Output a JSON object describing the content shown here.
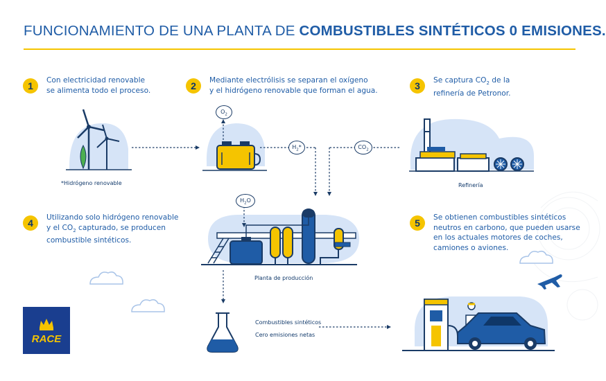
{
  "title": {
    "regular": "FUNCIONAMIENTO DE UNA PLANTA DE ",
    "bold": "COMBUSTIBLES SINTÉTICOS 0 EMISIONES."
  },
  "steps": [
    {
      "number": "1",
      "line1": "Con electricidad renovable",
      "line2": "se alimenta todo el proceso."
    },
    {
      "number": "2",
      "line1": "Mediante electrólisis se separan el oxígeno",
      "line2": "y el hidrógeno renovable que forman el agua."
    },
    {
      "number": "3",
      "line1_a": "Se captura CO",
      "line1_sub": "2",
      "line1_b": " de la",
      "line2": "refinería de Petronor."
    },
    {
      "number": "4",
      "line1": "Utilizando solo hidrógeno renovable",
      "line2_a": "y el CO",
      "line2_sub": "2",
      "line2_b": " capturado, se producen",
      "line3": "combustible sintéticos."
    },
    {
      "number": "5",
      "line1": "Se obtienen combustibles sintéticos",
      "line2": "neutros en carbono, que pueden usarse",
      "line3": "en los actuales motores de coches,",
      "line4": "camiones o aviones."
    }
  ],
  "captions": {
    "hydrogen": "*Hidrógeno renovable",
    "refinery": "Refinería",
    "plant": "Planta de producción",
    "fuel_line1": "Combustibles sintéticos",
    "fuel_line2": "Cero emisiones netas"
  },
  "chips": {
    "o2": {
      "base": "O",
      "sub": "2"
    },
    "h2": {
      "base": "H",
      "sub": "2",
      "suffix": "*"
    },
    "co2": {
      "base": "CO",
      "sub": "2"
    },
    "h2o": {
      "base": "H",
      "sub": "2",
      "suffix": "O"
    }
  },
  "logo": {
    "text": "RACE"
  },
  "colors": {
    "blue": "#1f5ca6",
    "navy": "#1a3b66",
    "yellow": "#f5c400",
    "light_blue": "#d6e4f7",
    "logo_blue": "#1a3e8f"
  }
}
